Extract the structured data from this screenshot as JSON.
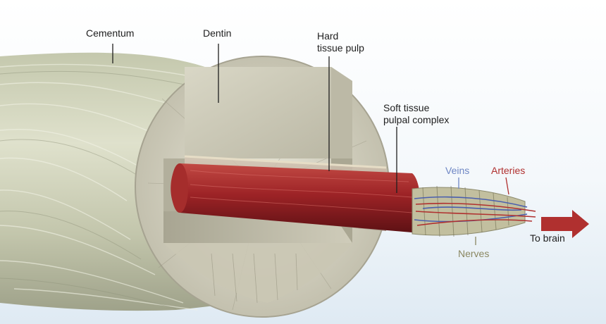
{
  "labels": {
    "cementum": "Cementum",
    "dentin": "Dentin",
    "hard_pulp_line1": "Hard",
    "hard_pulp_line2": "tissue pulp",
    "soft_line1": "Soft tissue",
    "soft_line2": "pulpal complex",
    "veins": "Veins",
    "arteries": "Arteries",
    "nerves": "Nerves",
    "to_brain": "To brain"
  },
  "colors": {
    "cementum": "#cfd2b9",
    "dentin": "#c9c6b0",
    "pulp_red": "#9a1f22",
    "veins": "#6e86c4",
    "arteries": "#b0302f",
    "nerves": "#8a8762",
    "arrow": "#b0302f"
  }
}
